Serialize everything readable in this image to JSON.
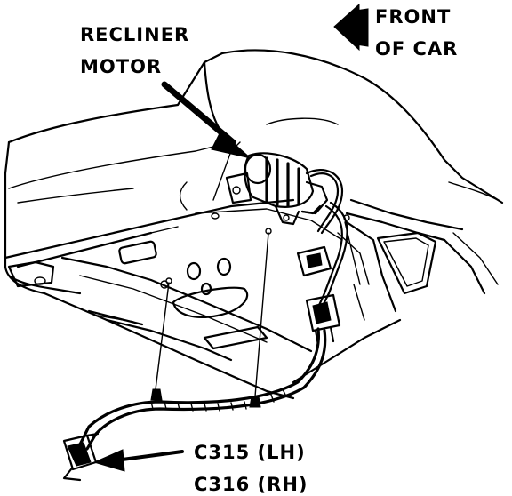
{
  "labels": {
    "recliner_line1": "RECLINER",
    "recliner_line2": "MOTOR",
    "front_line1": "FRONT",
    "front_line2": "OF CAR",
    "connector_lh": "C315 (LH)",
    "connector_rh": "C316 (RH)"
  },
  "icons": {
    "front_direction": "arrow-left-icon"
  }
}
